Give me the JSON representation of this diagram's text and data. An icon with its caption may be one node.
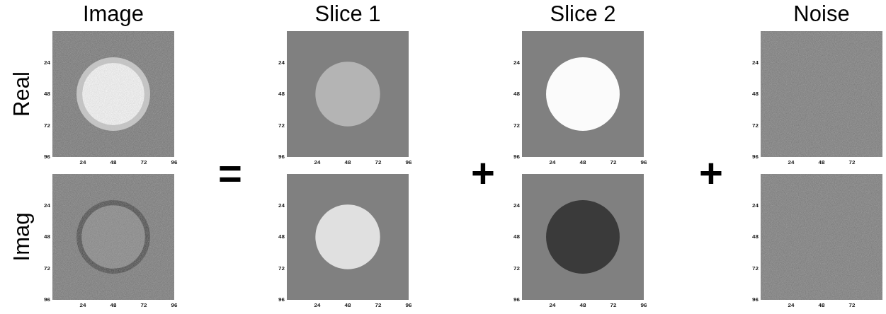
{
  "diagram": {
    "labels": [
      "Image",
      "Slice 1",
      "Slice 2",
      "Noise",
      "Real",
      "24",
      "48",
      "72",
      "96",
      "24",
      "48",
      "72",
      "96",
      "24",
      "48",
      "72",
      "96",
      "24",
      "48",
      "72",
      "96",
      "24",
      "48",
      "72",
      "96",
      "24",
      "48",
      "72",
      "96",
      "24",
      "48",
      "72",
      "96",
      "24",
      "48",
      "72",
      "=",
      "+",
      "+",
      "Imag",
      "24",
      "48",
      "72",
      "96",
      "24",
      "48",
      "72",
      "96",
      "24",
      "48",
      "72",
      "96",
      "24",
      "48",
      "72",
      "96",
      "24",
      "48",
      "72",
      "96",
      "24",
      "48",
      "72",
      "96",
      "24",
      "48",
      "72",
      "96",
      "24",
      "48",
      "72"
    ]
  }
}
